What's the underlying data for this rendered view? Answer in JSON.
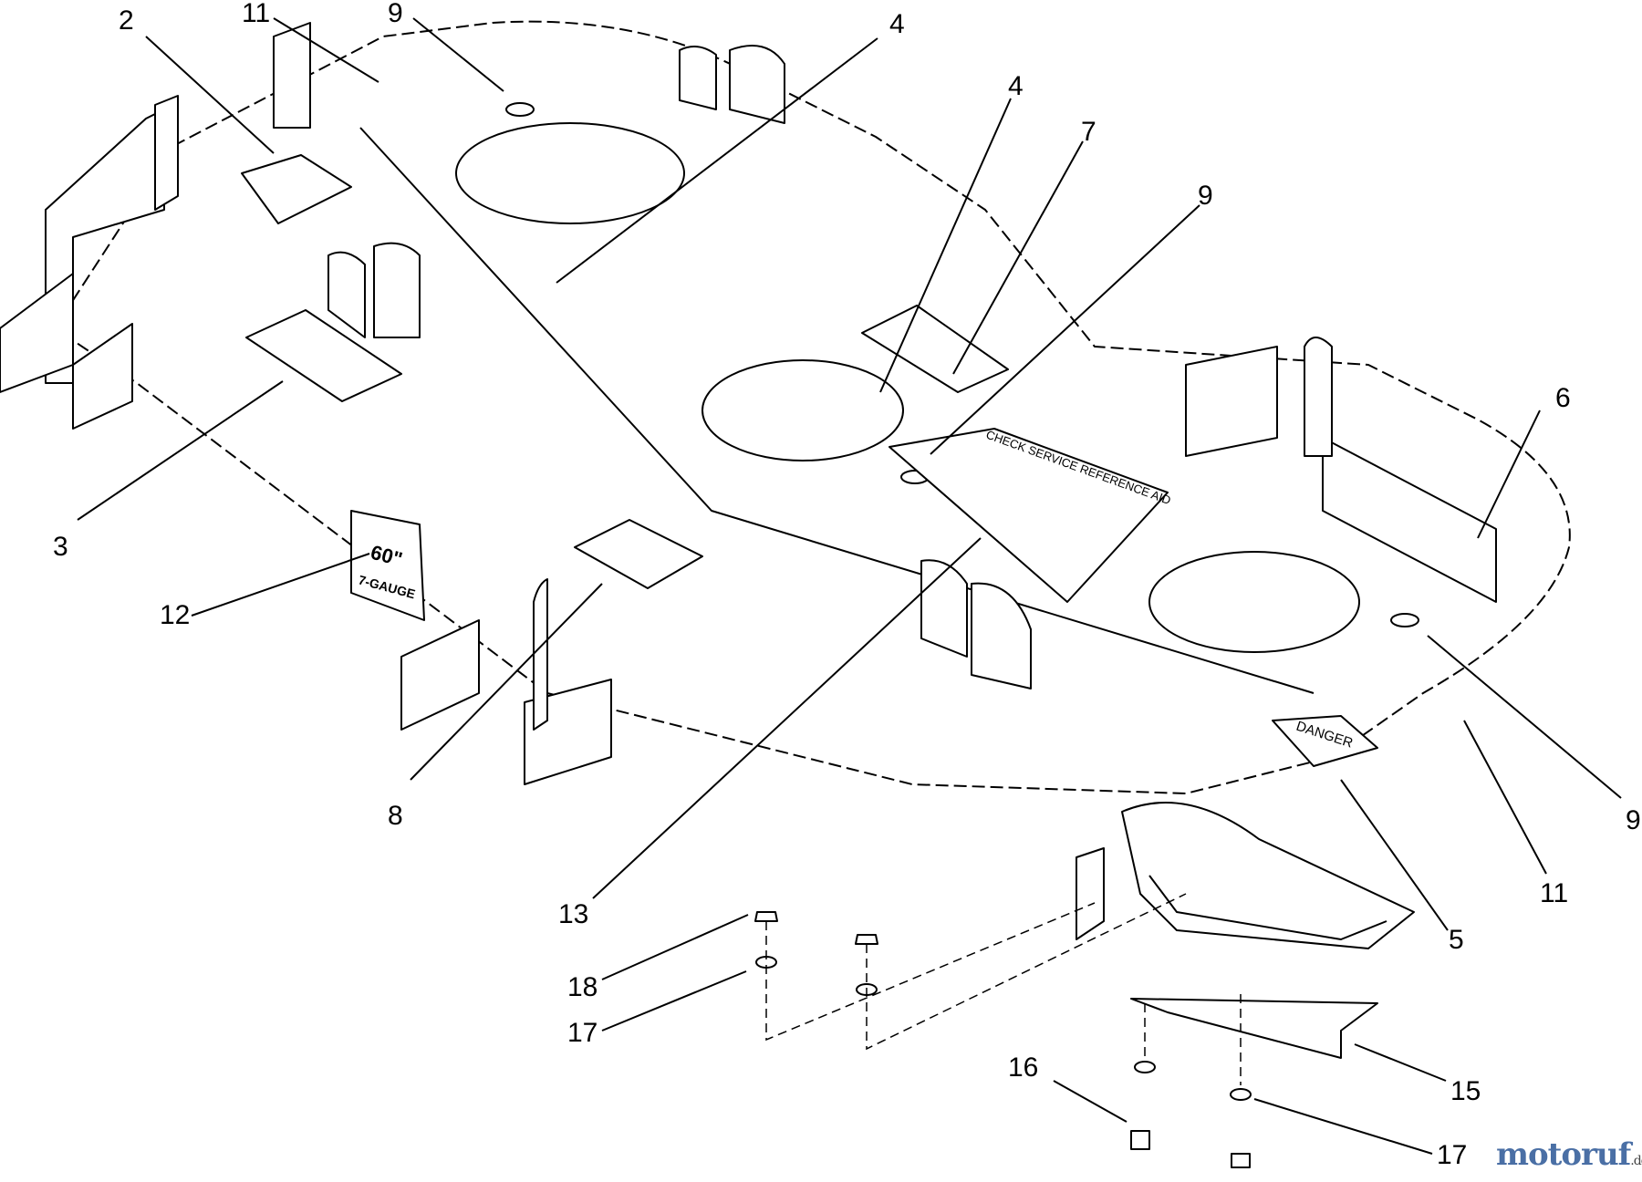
{
  "diagram": {
    "callouts": [
      {
        "id": "c2",
        "text": "2"
      },
      {
        "id": "c11a",
        "text": "11"
      },
      {
        "id": "c9a",
        "text": "9"
      },
      {
        "id": "c4a",
        "text": "4"
      },
      {
        "id": "c4b",
        "text": "4"
      },
      {
        "id": "c7",
        "text": "7"
      },
      {
        "id": "c9b",
        "text": "9"
      },
      {
        "id": "c6",
        "text": "6"
      },
      {
        "id": "c3",
        "text": "3"
      },
      {
        "id": "c12",
        "text": "12"
      },
      {
        "id": "c8",
        "text": "8"
      },
      {
        "id": "c13",
        "text": "13"
      },
      {
        "id": "c9c",
        "text": "9"
      },
      {
        "id": "c11b",
        "text": "11"
      },
      {
        "id": "c5",
        "text": "5"
      },
      {
        "id": "c18",
        "text": "18"
      },
      {
        "id": "c17a",
        "text": "17"
      },
      {
        "id": "c16",
        "text": "16"
      },
      {
        "id": "c15",
        "text": "15"
      },
      {
        "id": "c17b",
        "text": "17"
      }
    ],
    "decals": {
      "service_ref": "CHECK SERVICE REFERENCE AID",
      "danger": "DANGER",
      "gauge_size": "60\"",
      "gauge_text": "7-GAUGE"
    }
  },
  "watermark": {
    "brand": "motoruf",
    "tld": ".de"
  }
}
